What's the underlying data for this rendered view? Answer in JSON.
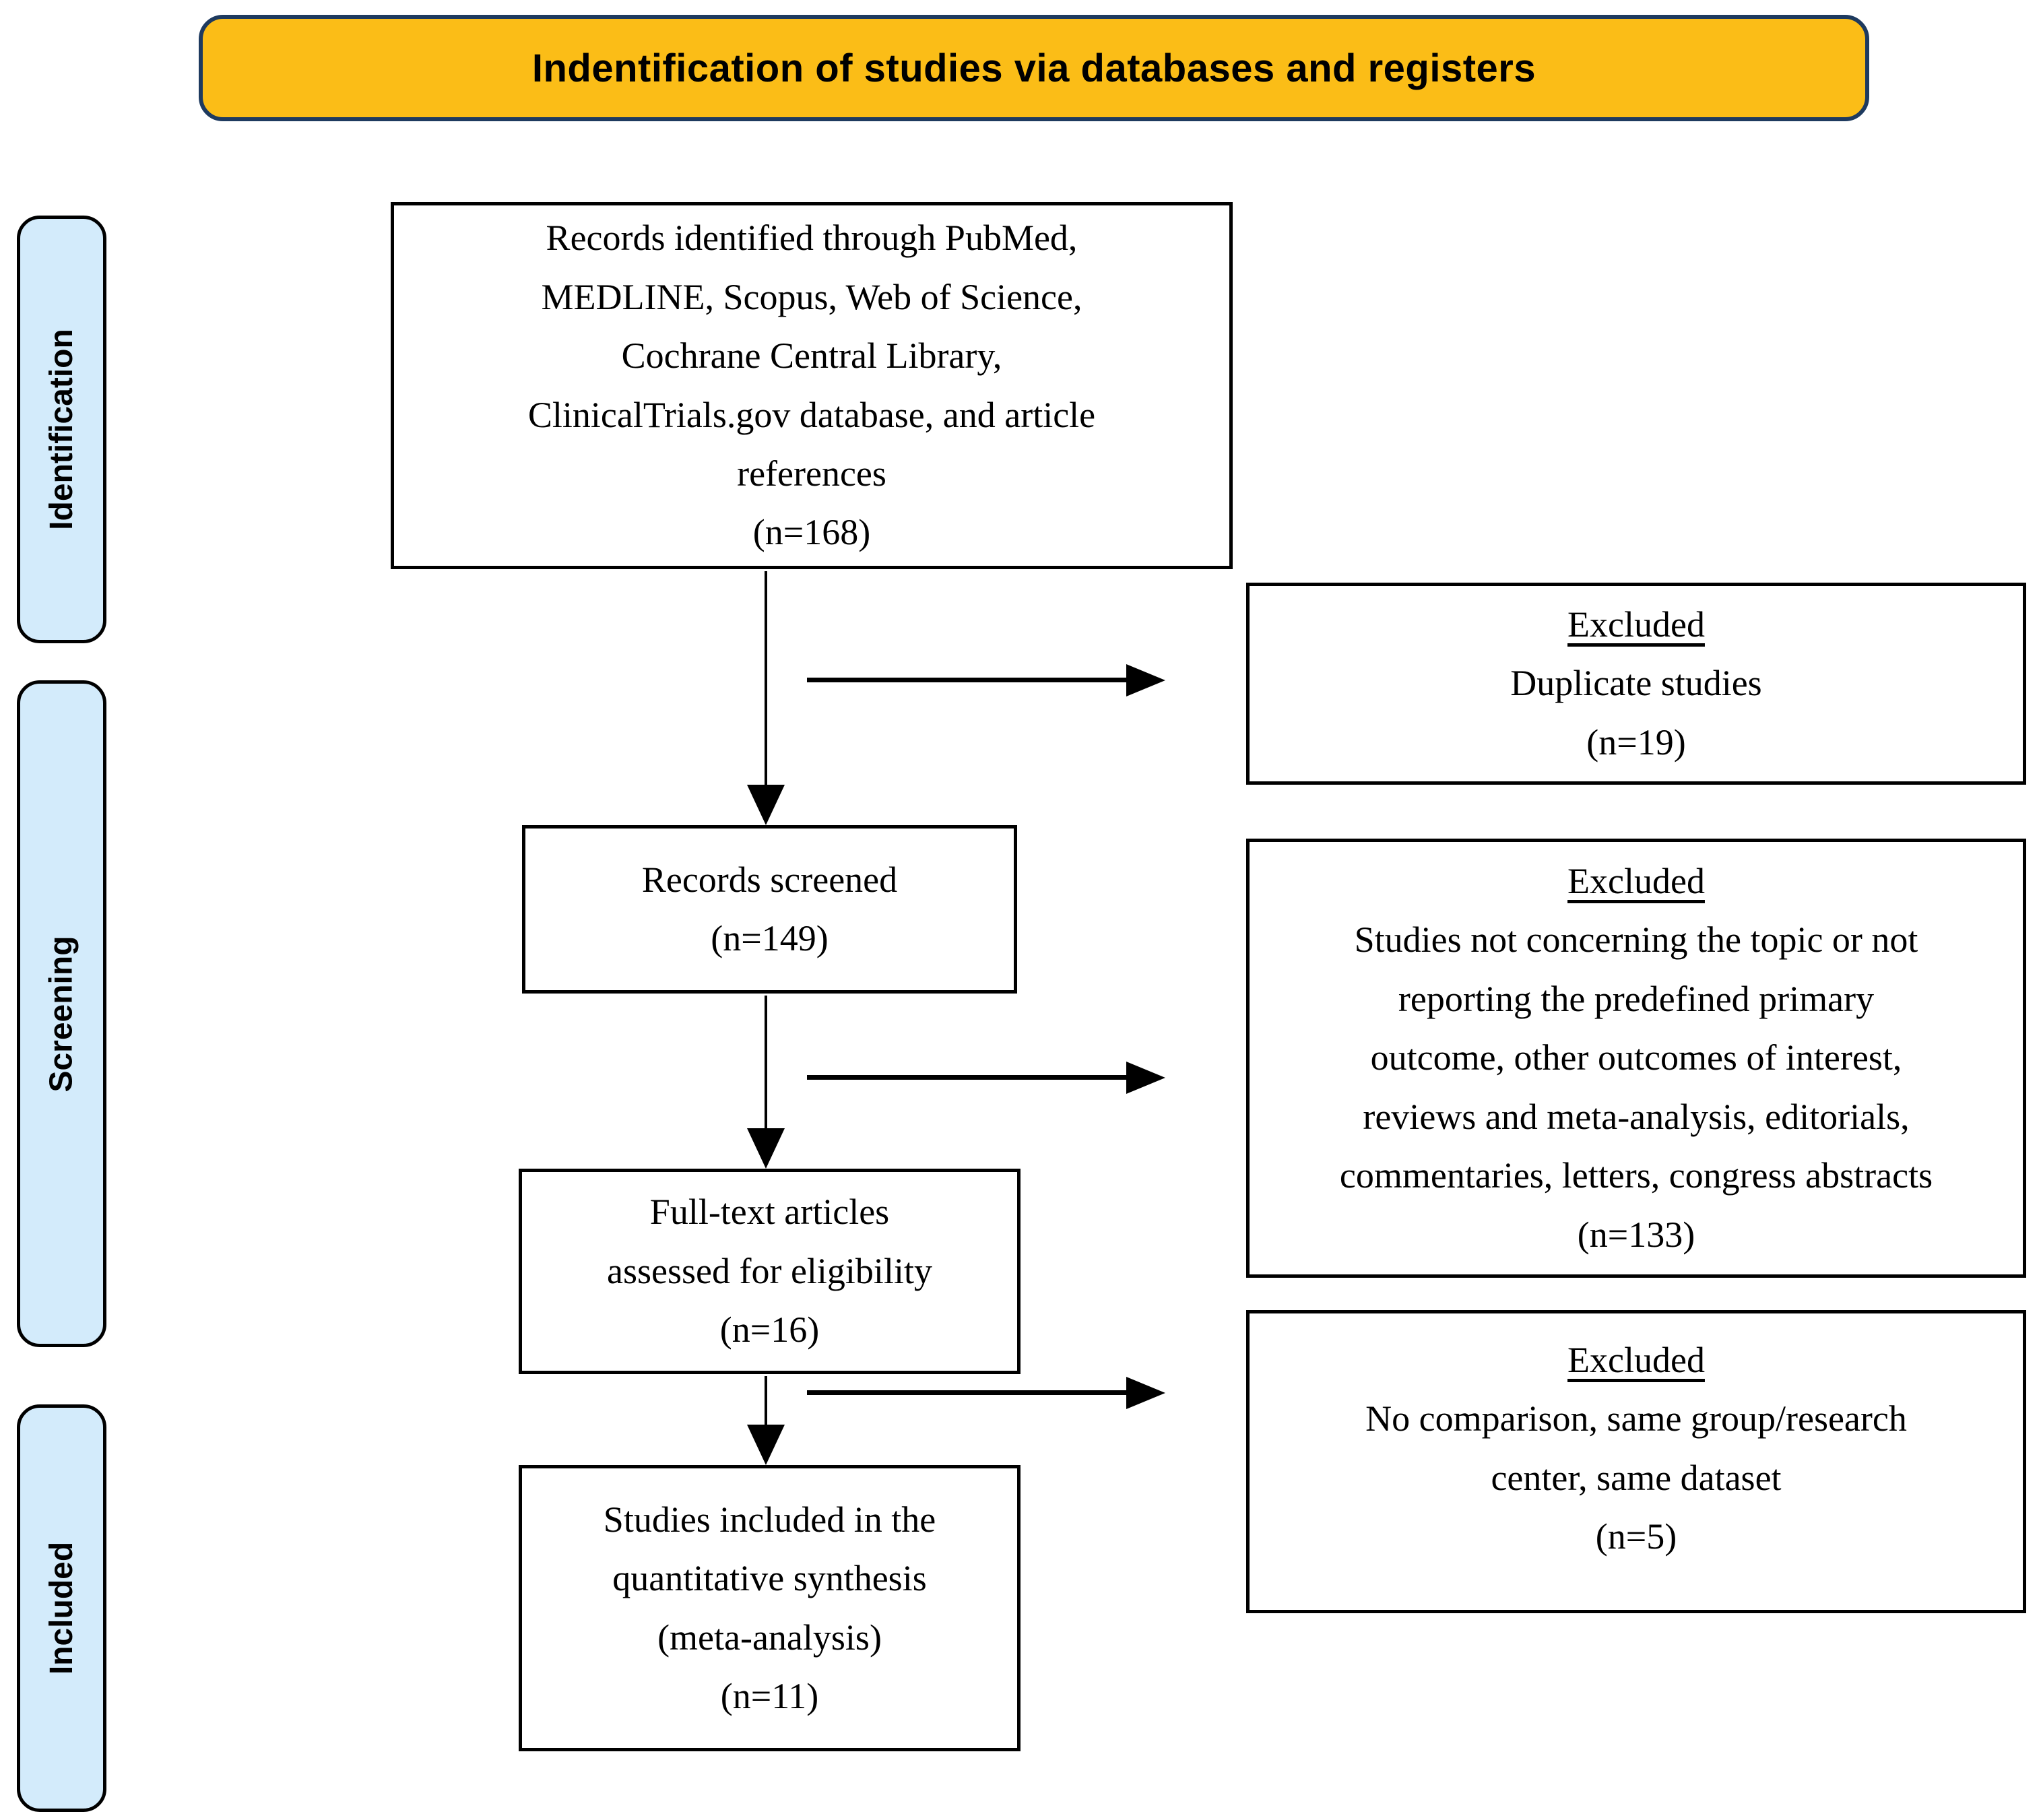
{
  "banner": {
    "title": "Indentification of studies via databases and registers"
  },
  "stages": [
    {
      "label": "Identification"
    },
    {
      "label": "Screening"
    },
    {
      "label": "Included"
    }
  ],
  "flow_boxes": [
    {
      "id": "records-identified",
      "text": "Records identified through PubMed,\nMEDLINE, Scopus, Web of Science,\nCochrane Central Library,\nClinicalTrials.gov database, and article\nreferences\n(n=168)"
    },
    {
      "id": "records-screened",
      "text": "Records screened\n(n=149)"
    },
    {
      "id": "full-text-assessed",
      "text": "Full-text articles\nassessed for eligibility\n(n=16)"
    },
    {
      "id": "studies-included",
      "text": "Studies included in the\nquantitative synthesis\n(meta-analysis)\n(n=11)"
    }
  ],
  "excluded_boxes": [
    {
      "heading": "Excluded",
      "text": "Duplicate studies\n(n=19)"
    },
    {
      "heading": "Excluded",
      "text": "Studies not concerning the topic or not\nreporting the predefined primary\noutcome, other outcomes of interest,\nreviews and meta-analysis, editorials,\ncommentaries, letters, congress abstracts\n(n=133)"
    },
    {
      "heading": "Excluded",
      "text": "No comparison, same group/research\ncenter, same dataset\n(n=5)"
    }
  ],
  "colors": {
    "banner_fill": "#FBBD17",
    "banner_border": "#1E3A5F",
    "stage_fill": "#D3EBFB",
    "line_color": "#000000"
  }
}
